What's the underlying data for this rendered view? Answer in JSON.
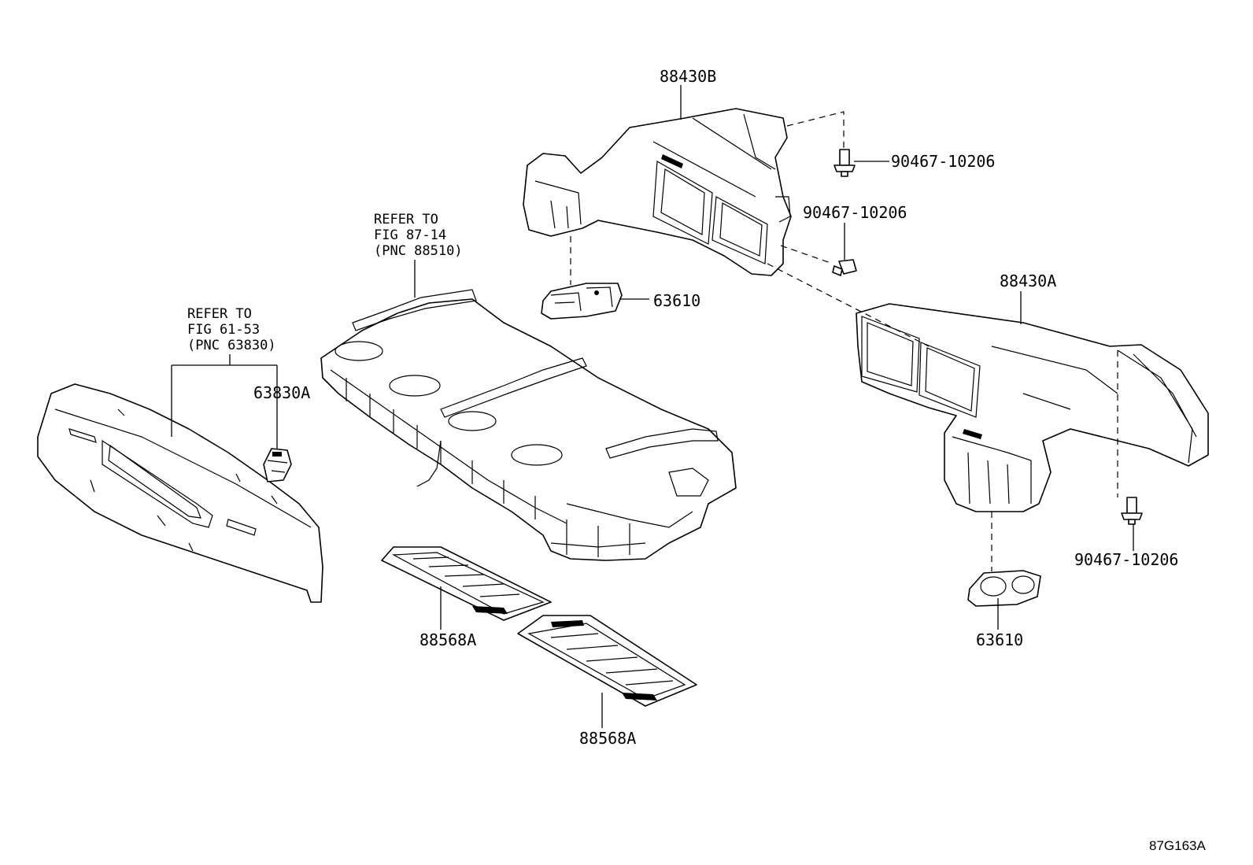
{
  "diagram": {
    "figure_id": "87G163A",
    "callouts": {
      "duct_upper": "88430B",
      "duct_lower": "88430A",
      "bolt_top": "90467-10206",
      "bolt_mid": "90467-10206",
      "bolt_right": "90467-10206",
      "register_upper": "63610",
      "register_lower": "63610",
      "switch": "63830A",
      "mat_upper": "88568A",
      "mat_lower": "88568A"
    },
    "notes": {
      "tray": [
        "REFER TO",
        "FIG 87-14",
        "(PNC 88510)"
      ],
      "panel": [
        "REFER TO",
        "FIG 61-53",
        "(PNC 63830)"
      ]
    }
  }
}
